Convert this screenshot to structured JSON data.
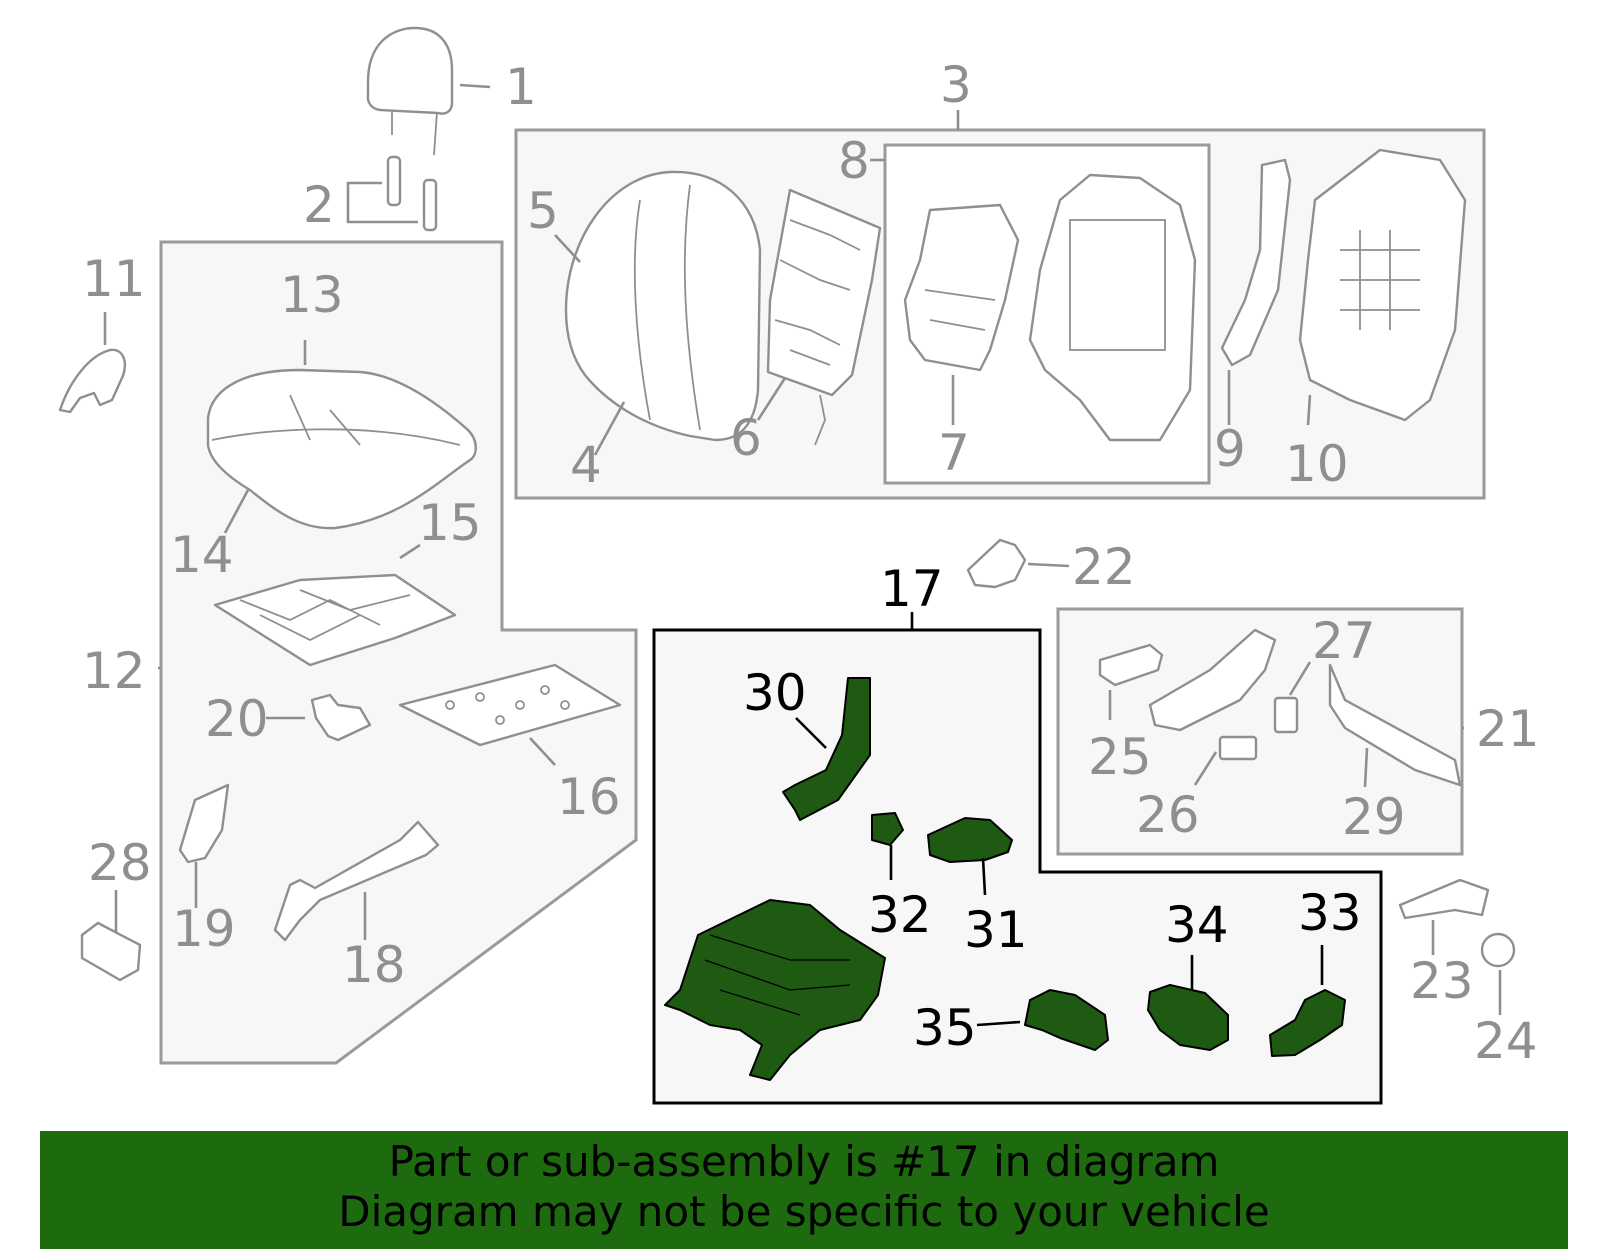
{
  "colors": {
    "highlight_fill": "#1f5a12",
    "banner_bg": "#1d6a0f",
    "callout_gray": "#8f8f8f",
    "callout_highlight": "#000000",
    "group_box_fill": "#f7f7f7"
  },
  "highlighted_part": "17",
  "callouts": {
    "c1": "1",
    "c2": "2",
    "c3": "3",
    "c4": "4",
    "c5": "5",
    "c6": "6",
    "c7": "7",
    "c8": "8",
    "c9": "9",
    "c10": "10",
    "c11": "11",
    "c12": "12",
    "c13": "13",
    "c14": "14",
    "c15": "15",
    "c16": "16",
    "c17": "17",
    "c18": "18",
    "c19": "19",
    "c20": "20",
    "c21": "21",
    "c22": "22",
    "c23": "23",
    "c24": "24",
    "c25": "25",
    "c26": "26",
    "c27": "27",
    "c28": "28",
    "c29": "29",
    "c30": "30",
    "c31": "31",
    "c32": "32",
    "c33": "33",
    "c34": "34",
    "c35": "35"
  },
  "banner": {
    "line1": "Part or sub-assembly is #17 in diagram",
    "line2": "Diagram may not be specific to your vehicle"
  }
}
